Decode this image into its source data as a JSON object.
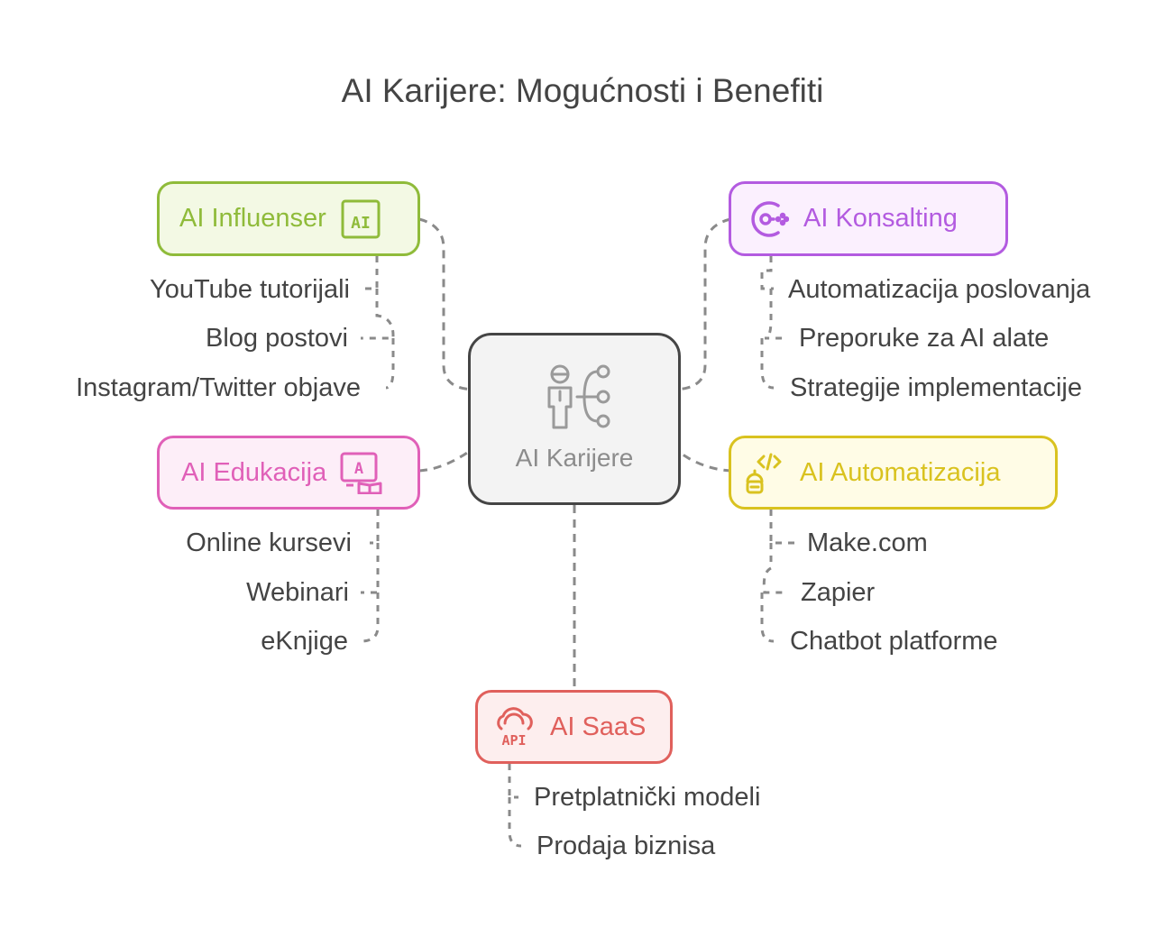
{
  "title": "AI Karijere: Mogućnosti i Benefiti",
  "center": {
    "label": "AI Karijere",
    "icon": "person-network-icon"
  },
  "nodes": {
    "influenser": {
      "label": "AI Influenser",
      "icon": "ai-chip-icon",
      "color": "#8fbb3a",
      "fill": "#f3f9e4",
      "items": [
        "YouTube tutorijali",
        "Blog postovi",
        "Instagram/Twitter objave"
      ]
    },
    "konsalting": {
      "label": "AI Konsalting",
      "icon": "ai-circuit-c-icon",
      "color": "#b35be0",
      "fill": "#fbf0fe",
      "items": [
        "Automatizacija poslovanja",
        "Preporuke za AI alate",
        "Strategije implementacije"
      ]
    },
    "edukacija": {
      "label": "AI Edukacija",
      "icon": "screen-book-icon",
      "color": "#e060b8",
      "fill": "#fdeef8",
      "items": [
        "Online kursevi",
        "Webinari",
        "eKnjige"
      ]
    },
    "automatizacija": {
      "label": "AI Automatizacija",
      "icon": "robot-code-icon",
      "color": "#d9c21f",
      "fill": "#fffce6",
      "items": [
        "Make.com",
        "Zapier",
        "Chatbot platforme"
      ]
    },
    "saas": {
      "label": "AI SaaS",
      "icon": "cloud-api-icon",
      "color": "#e0605c",
      "fill": "#fdeeee",
      "items": [
        "Pretplatnički modeli",
        "Prodaja biznisa"
      ]
    }
  }
}
